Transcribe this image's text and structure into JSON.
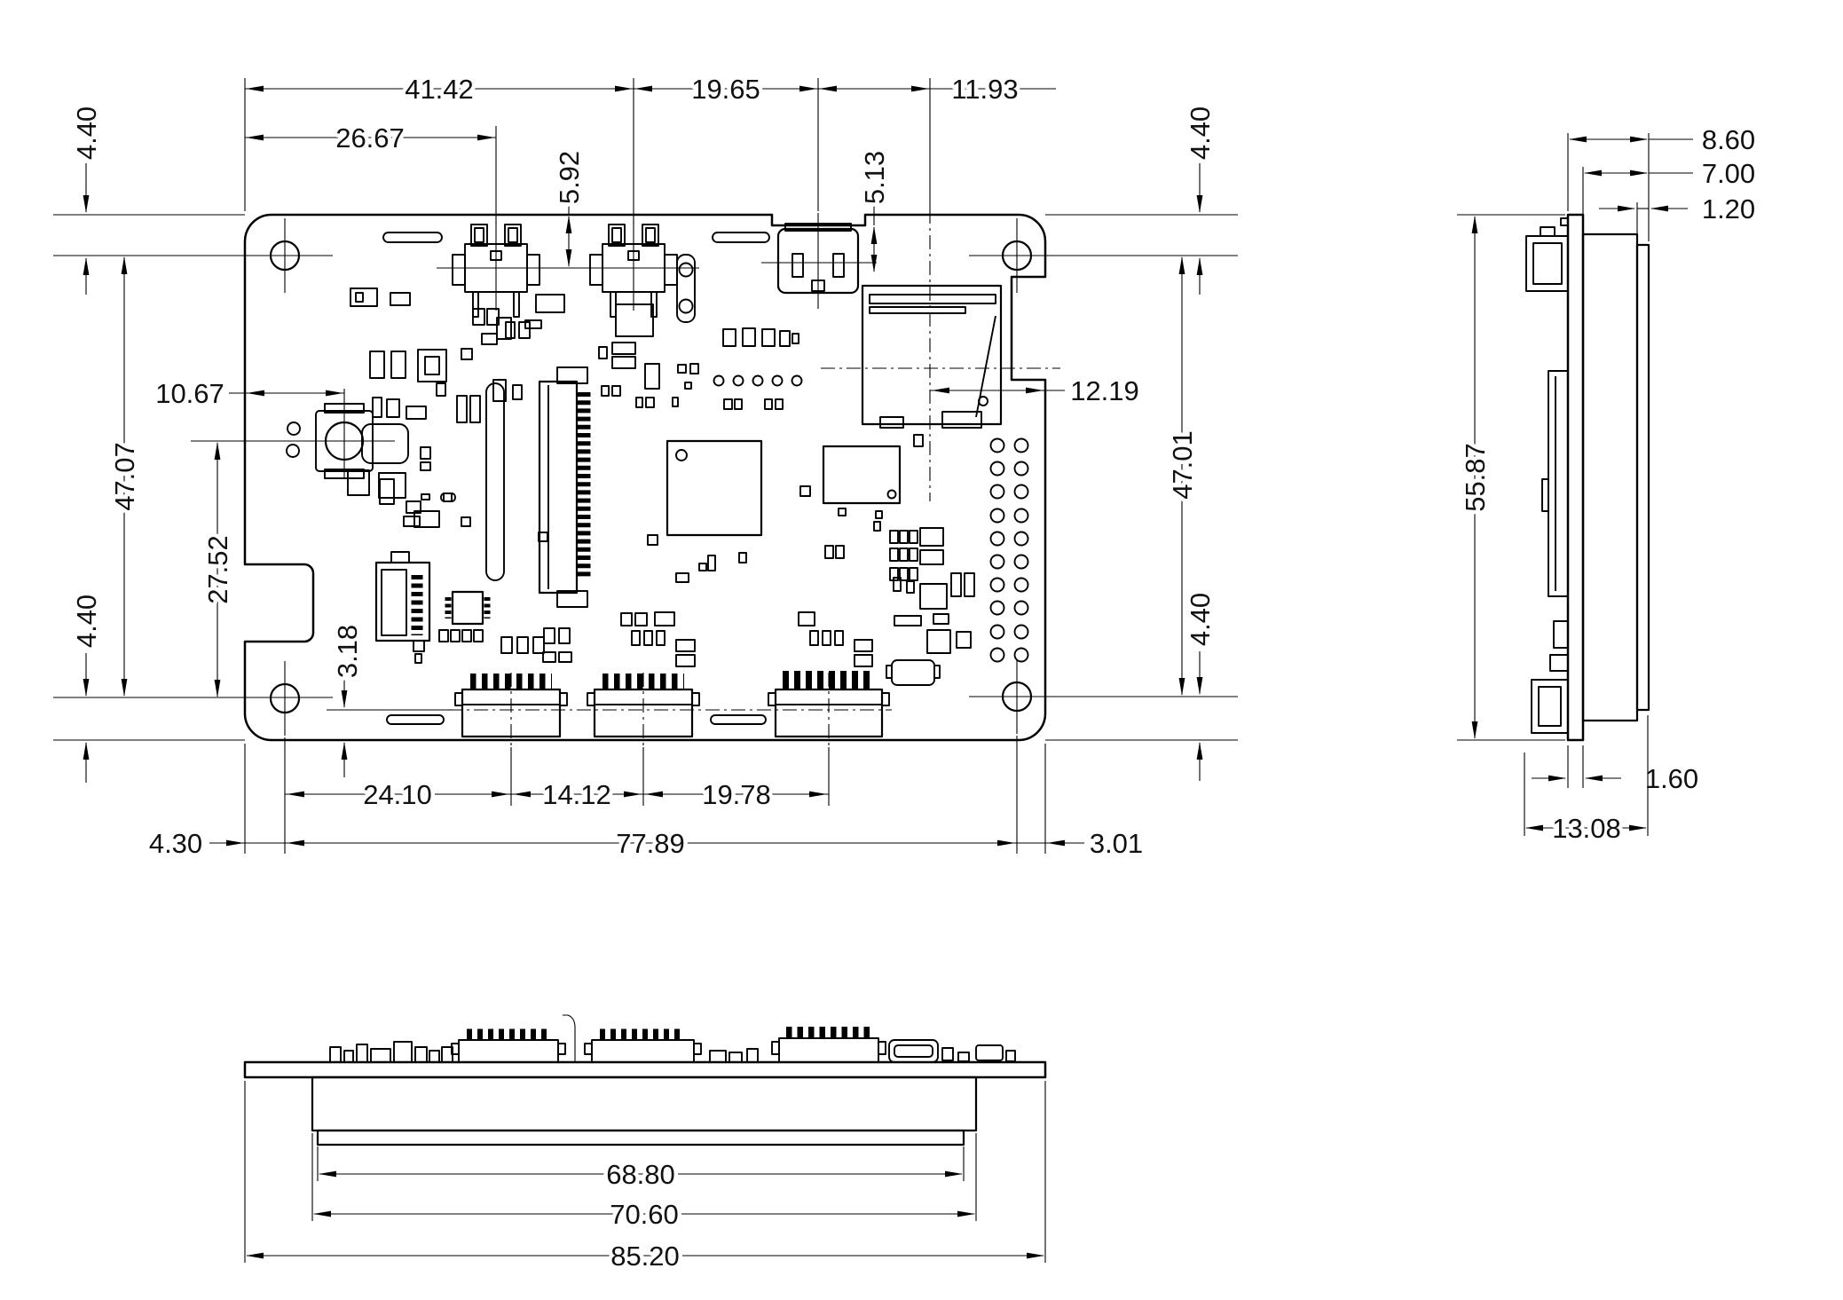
{
  "dims": {
    "front": {
      "w1": "41.42",
      "w2": "19.65",
      "w3": "11.93",
      "first_switch": "26.67",
      "switch_y": "5.92",
      "usb_y": "5.13",
      "hole_top_l": "4.40",
      "span_l": "47.07",
      "button_x": "10.67",
      "button_span": "27.52",
      "conn_row": "3.18",
      "hole_bot_l": "4.40",
      "hole_x_l": "4.30",
      "c1": "24.10",
      "c2": "14.12",
      "c3": "19.78",
      "hole_span_x": "77.89",
      "hole_x_r": "3.01",
      "sd_edge": "12.19",
      "span_r": "47.01",
      "hole_top_r": "4.40",
      "hole_bot_r": "4.40"
    },
    "side": {
      "stack": "8.60",
      "module": "7.00",
      "glass": "1.20",
      "height": "55.87",
      "pcb": "1.60",
      "total": "13.08"
    },
    "bottom": {
      "active": "68.80",
      "glass": "70.60",
      "board": "85.20"
    }
  }
}
